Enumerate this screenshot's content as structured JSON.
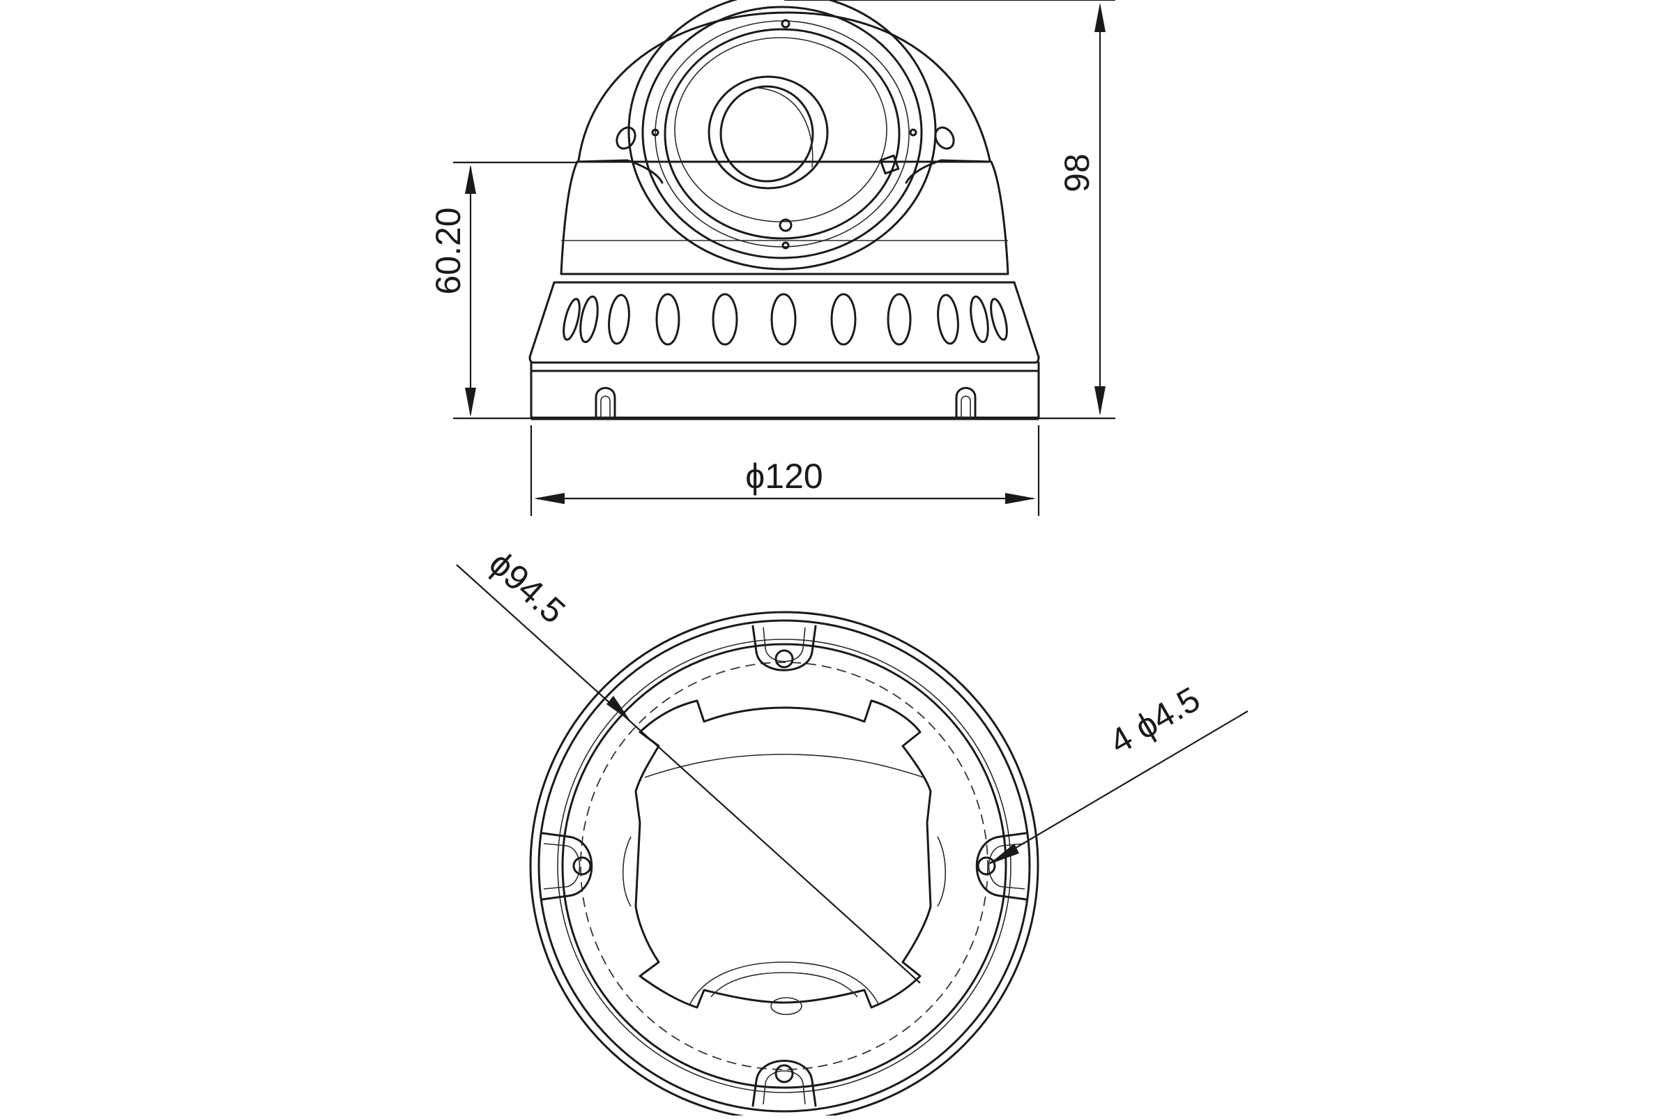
{
  "drawing": {
    "views": [
      "side-view",
      "bottom-view"
    ],
    "dimensions": {
      "total_height": "98",
      "base_height": "60.20",
      "outer_diameter": "ϕ120",
      "inner_diameter": "ϕ94.5",
      "mounting_holes": "4 ϕ4.5"
    }
  }
}
